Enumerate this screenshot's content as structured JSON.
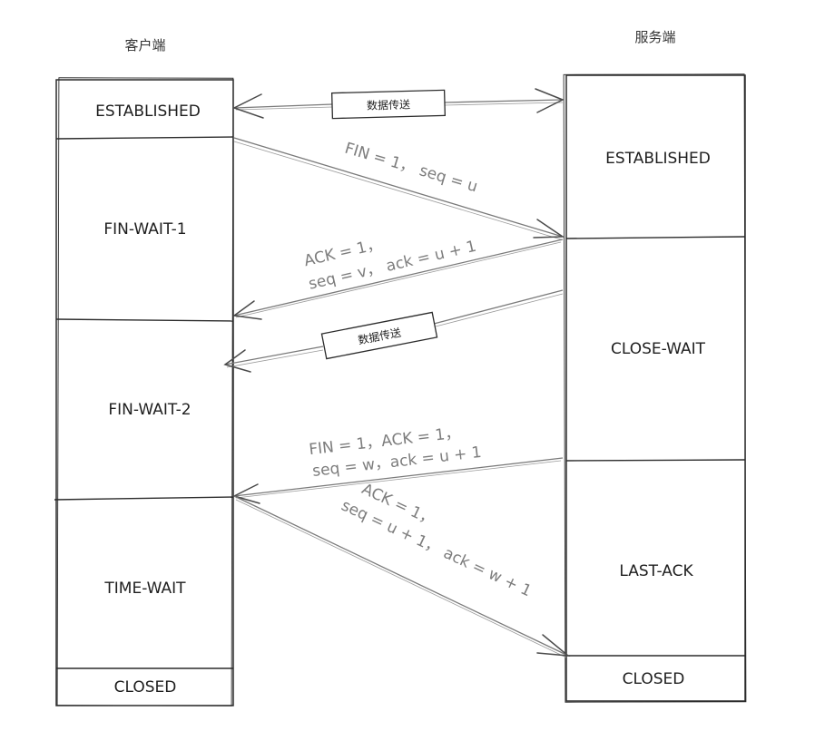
{
  "headers": {
    "client": "客户端",
    "server": "服务端"
  },
  "client_states": [
    "ESTABLISHED",
    "FIN-WAIT-1",
    "FIN-WAIT-2",
    "TIME-WAIT",
    "CLOSED"
  ],
  "server_states": [
    "ESTABLISHED",
    "CLOSE-WAIT",
    "LAST-ACK",
    "CLOSED"
  ],
  "data_tags": {
    "first": "数据传送",
    "second": "数据传送"
  },
  "messages": {
    "fin1": "FIN = 1， seq = u",
    "ack1_line1": "ACK = 1，",
    "ack1_line2": "seq = v， ack = u + 1",
    "fin2_line1": "FIN = 1，ACK = 1，",
    "fin2_line2": "seq = w，ack = u + 1",
    "ack2_line1": "ACK = 1，",
    "ack2_line2": "seq = u + 1， ack = w + 1"
  }
}
